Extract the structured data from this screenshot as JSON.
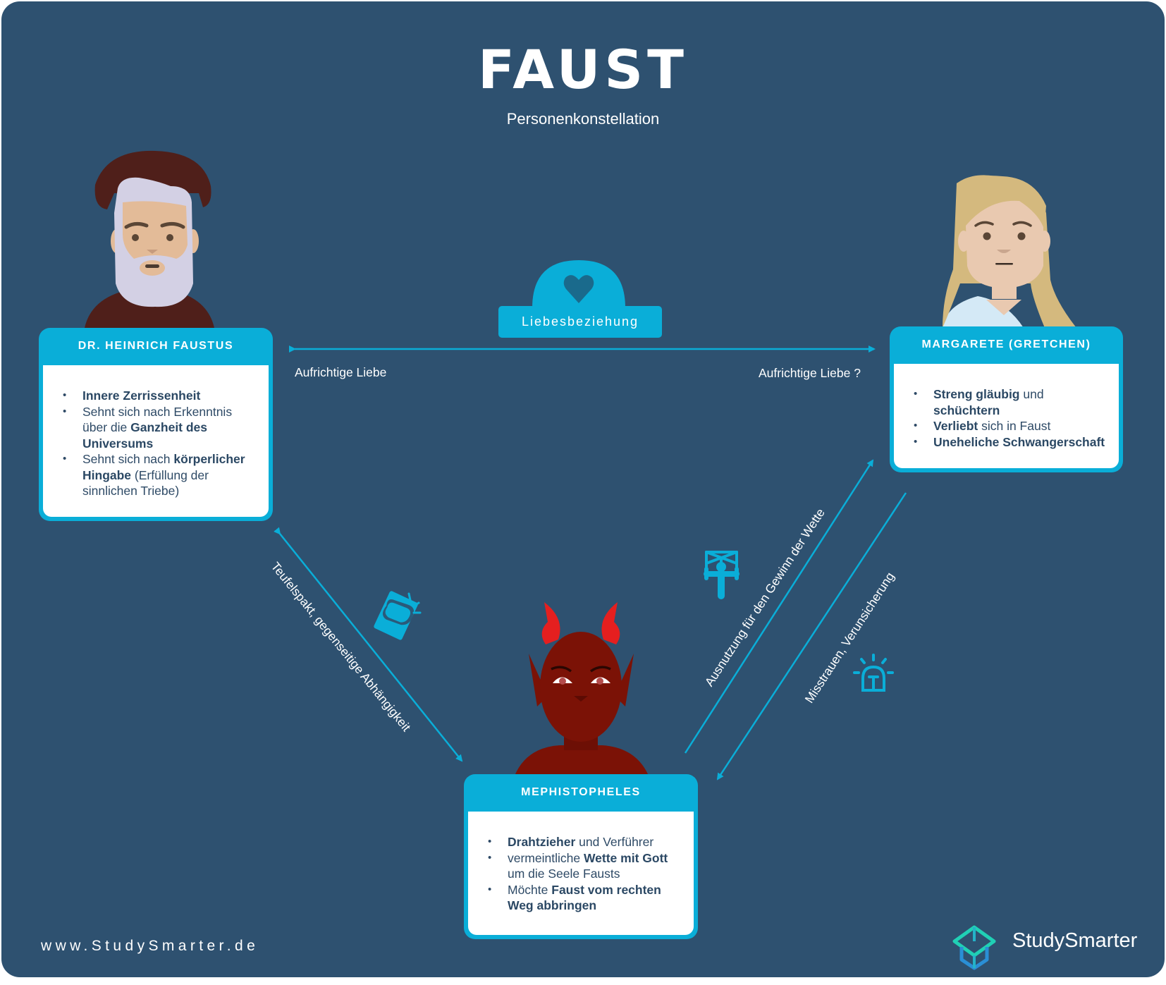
{
  "header": {
    "title": "FAUST",
    "subtitle": "Personenkonstellation"
  },
  "colors": {
    "background": "#2e5170",
    "accent": "#0aaed8",
    "text_dark": "#2e4a66",
    "white": "#ffffff",
    "heart": "#1a6a8c"
  },
  "characters": {
    "faust": {
      "name": "DR. HEINRICH FAUSTUS",
      "traits": [
        {
          "bold": "Innere Zerrissenheit",
          "rest": ""
        },
        {
          "pre": "Sehnt sich nach Erkenntnis über die ",
          "bold": "Ganzheit des Universums",
          "rest": ""
        },
        {
          "pre": "Sehnt sich nach ",
          "bold": "körperlicher Hingabe",
          "rest": " (Erfüllung der sinnlichen Triebe)"
        }
      ]
    },
    "margarete": {
      "name": "MARGARETE (GRETCHEN)",
      "traits": [
        {
          "bold": "Streng gläubig",
          "mid": " und ",
          "bold2": "schüchtern"
        },
        {
          "bold": "Verliebt",
          "rest": " sich in Faust"
        },
        {
          "bold": "Uneheliche Schwangerschaft",
          "rest": ""
        }
      ]
    },
    "mephisto": {
      "name": "MEPHISTOPHELES",
      "traits": [
        {
          "bold": "Drahtzieher",
          "rest": " und Verführer"
        },
        {
          "pre": "vermeintliche ",
          "bold": "Wette mit Gott",
          "rest": " um die Seele Fausts"
        },
        {
          "pre": "Möchte ",
          "bold": "Faust vom rechten Weg abbringen",
          "rest": ""
        }
      ]
    }
  },
  "relations": {
    "love_badge": "Liebesbeziehung",
    "faust_to_gretchen": "Aufrichtige Liebe",
    "gretchen_to_faust": "Aufrichtige Liebe ?",
    "faust_mephisto": "Teufelspakt, gegenseitige Abhängigkeit",
    "mephisto_to_gretchen": "Ausnutzung für den Gewinn der Wette",
    "gretchen_to_mephisto": "Misstrauen, Verunsicherung"
  },
  "icons": {
    "love": "heart-icon",
    "pact": "handshake-fist-icon",
    "puppet": "puppet-marionette-icon",
    "alarm": "alarm-siren-icon"
  },
  "footer": {
    "url": "www.StudySmarter.de",
    "brand": "StudySmarter"
  }
}
